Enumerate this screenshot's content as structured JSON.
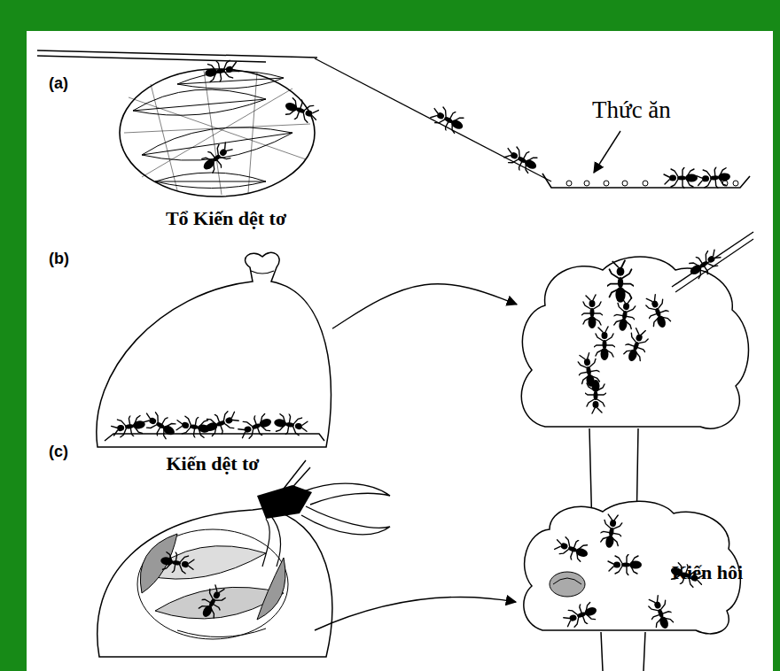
{
  "diagram": {
    "nodes": [
      {
        "text": [
          "Tổ Kiến dệt tơ"
        ]
      },
      {
        "text": [
          "Kiến dệt tơ"
        ]
      },
      {
        "text": [
          "Kiến hôi"
        ]
      }
    ],
    "edges": [
      {
        "from": 1,
        "to": 2,
        "arrow": "to"
      }
    ],
    "labels": [
      "(a)",
      "Thức ăn",
      "(b)",
      "(c)"
    ]
  }
}
